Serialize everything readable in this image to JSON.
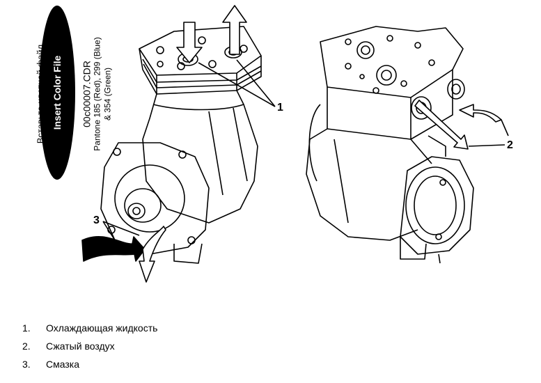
{
  "side_label": "Вставьте цветной файл",
  "badge": {
    "title": "Insert Color File",
    "filename": "00c00007.CDR",
    "pantone_line1": "Pantone 185 (Red), 299 (Blue)",
    "pantone_line2": "& 354 (Green)"
  },
  "callouts": {
    "c1": "1",
    "c2": "2",
    "c3": "3"
  },
  "legend": [
    {
      "num": "1.",
      "text": "Охлаждающая жидкость"
    },
    {
      "num": "2.",
      "text": "Сжатый воздух"
    },
    {
      "num": "3.",
      "text": "Смазка"
    }
  ]
}
